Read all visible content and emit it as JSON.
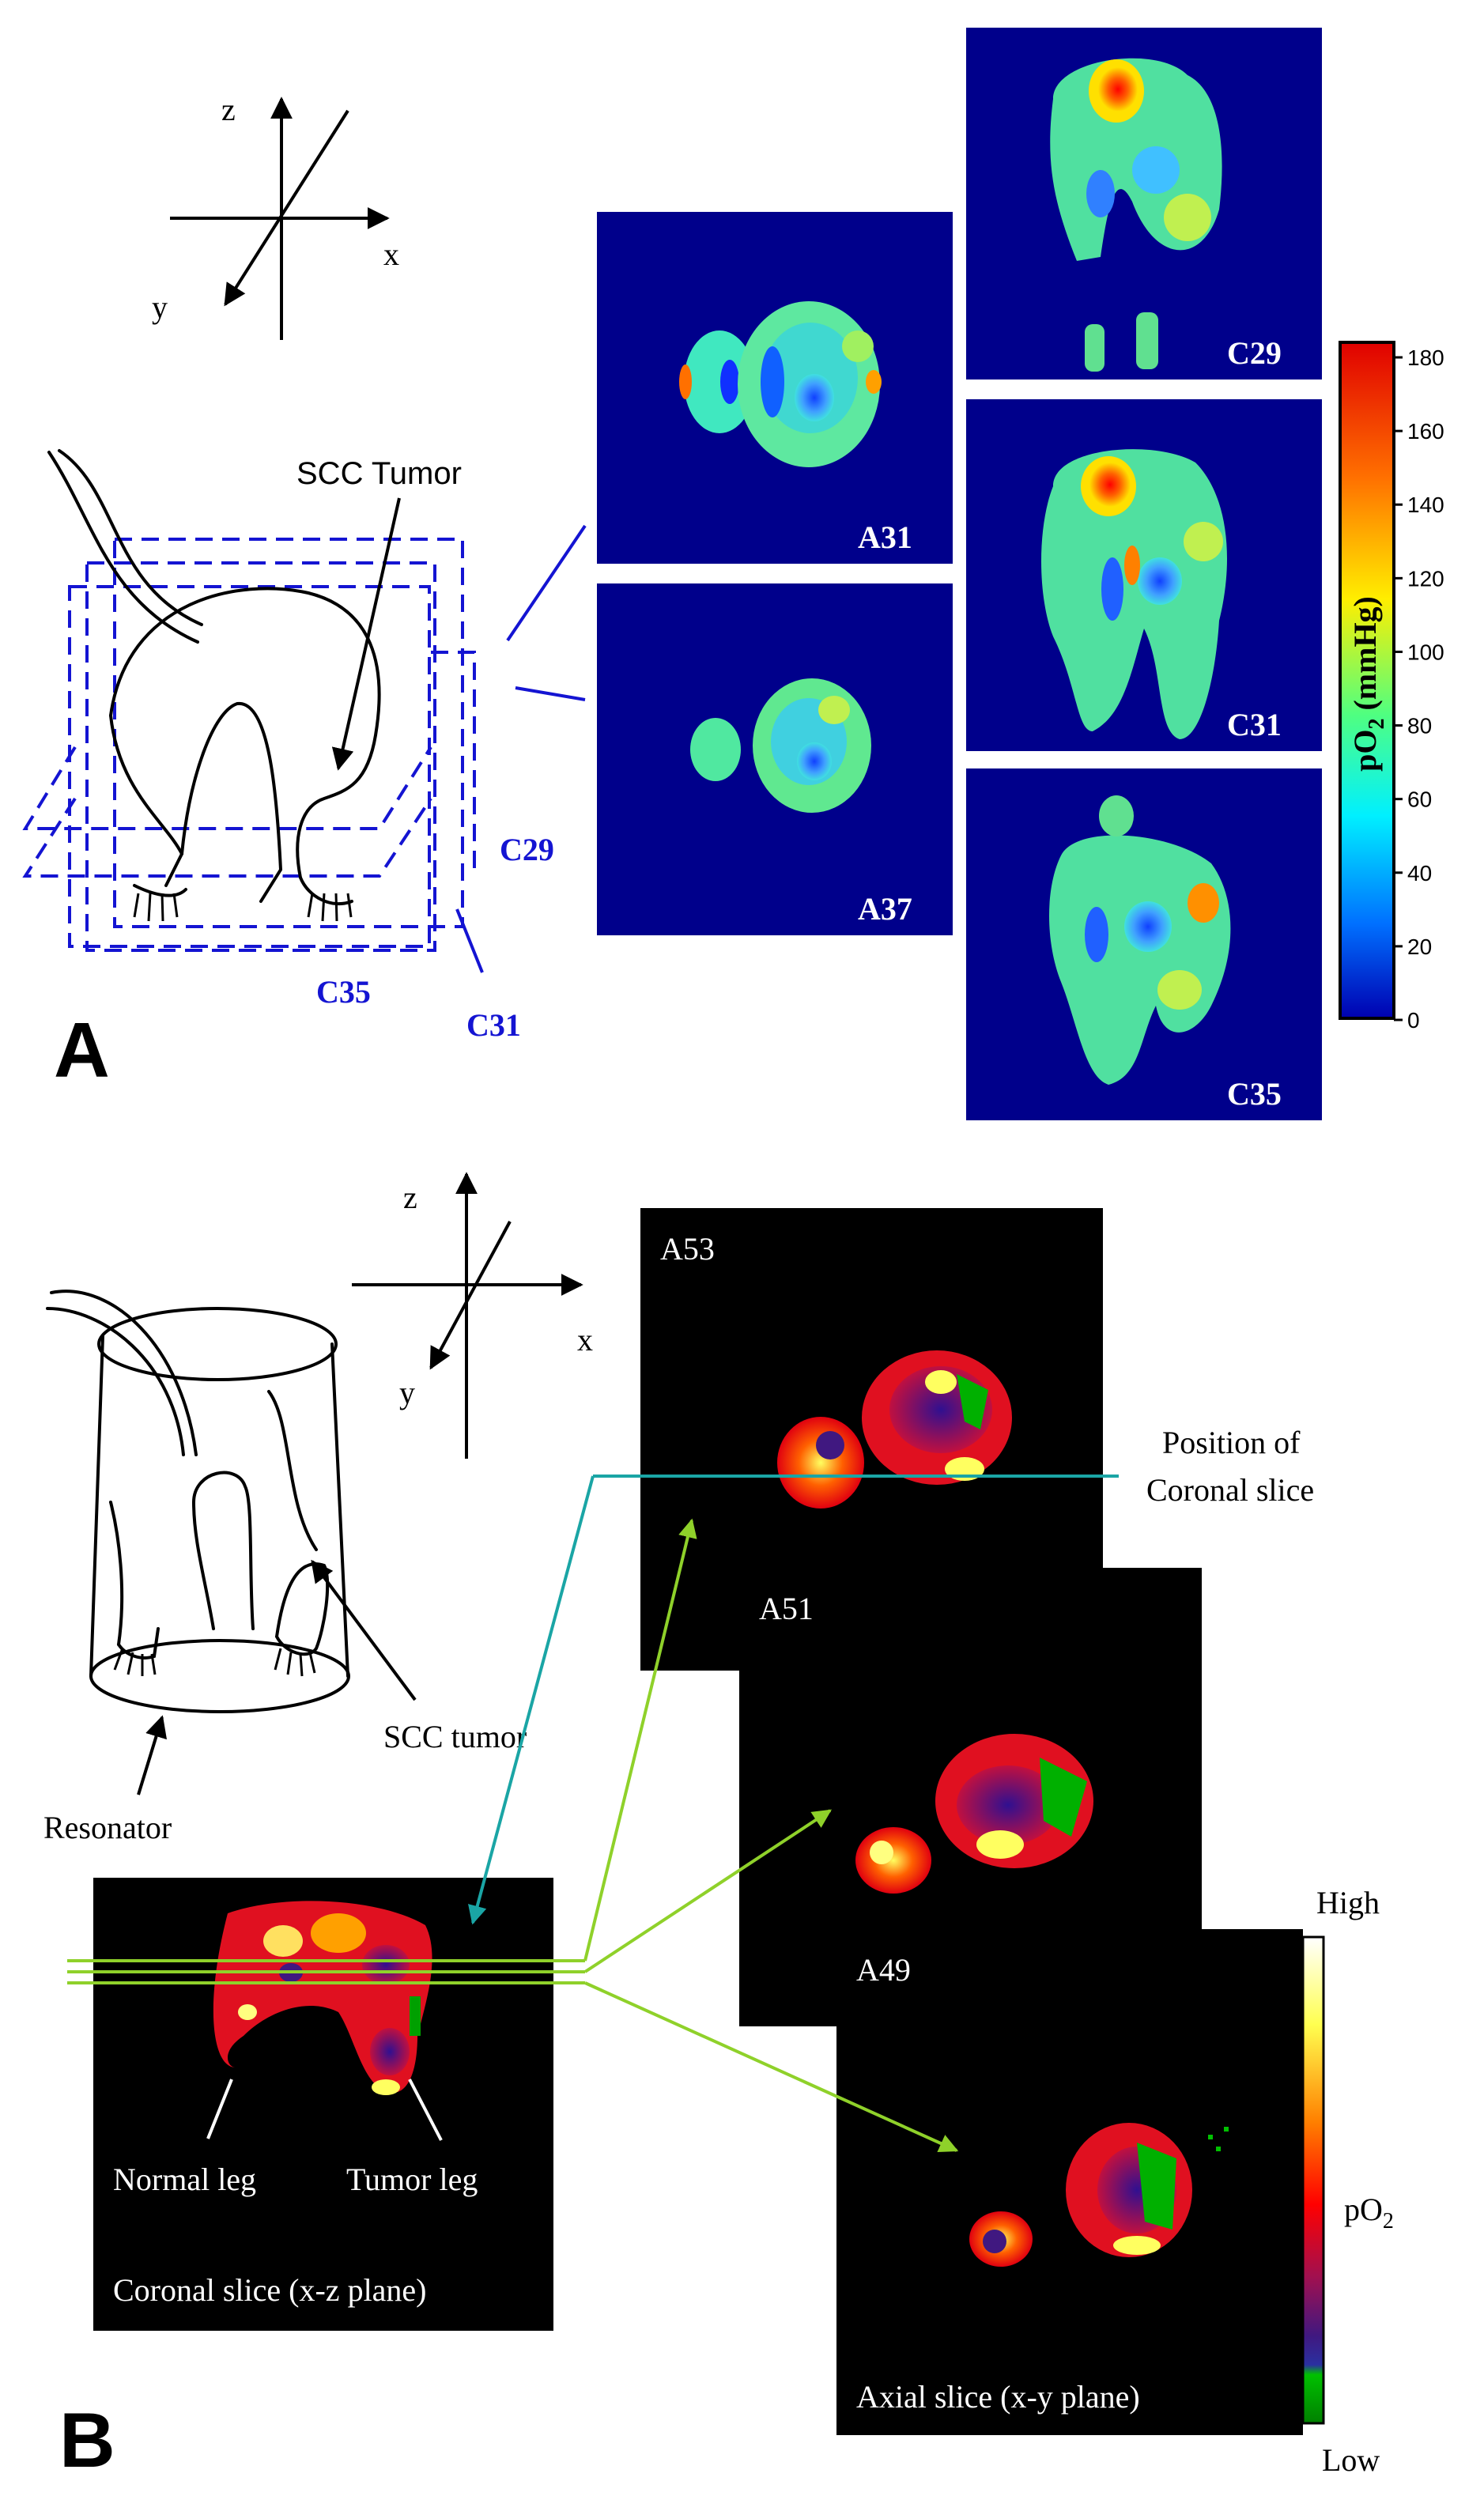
{
  "panel_a": {
    "letter": "A",
    "axes": {
      "z": "z",
      "x": "x",
      "y": "y"
    },
    "tumor_label": "SCC Tumor",
    "plane_labels": {
      "c29": "C29",
      "c35": "C35",
      "c31": "C31"
    },
    "images": {
      "a31": "A31",
      "a37": "A37",
      "c29": "C29",
      "c31": "C31",
      "c35": "C35"
    },
    "colorbar": {
      "title_prefix": "pO",
      "title_sub": "2",
      "title_suffix": " (mmHg)",
      "ticks": [
        "180",
        "160",
        "140",
        "120",
        "100",
        "80",
        "60",
        "40",
        "20",
        "0"
      ],
      "colors": [
        "#ff0000",
        "#ff8c00",
        "#ffff00",
        "#00ff90",
        "#00ffff",
        "#0070ff",
        "#0000b0"
      ]
    },
    "colors": {
      "plane": "#1414d2",
      "image_bg": "#00008b"
    }
  },
  "panel_b": {
    "letter": "B",
    "axes": {
      "z": "z",
      "x": "x",
      "y": "y"
    },
    "resonator_label": "Resonator",
    "tumor_label": "SCC tumor",
    "coronal_position_label_line1": "Position of",
    "coronal_position_label_line2": "Coronal slice",
    "images": {
      "a53": "A53",
      "a51": "A51",
      "a49": "A49"
    },
    "coronal_caption": "Coronal slice (x-z plane)",
    "axial_caption": "Axial slice (x-y plane)",
    "normal_leg": "Normal leg",
    "tumor_leg": "Tumor leg",
    "colorbar": {
      "high": "High",
      "low": "Low",
      "label_prefix": "pO",
      "label_sub": "2",
      "colors": [
        "#ffffff",
        "#ffff40",
        "#ff8000",
        "#ff0000",
        "#c01040",
        "#601070",
        "#3020a0",
        "#00c000"
      ]
    },
    "colors": {
      "teal": "#1aa5a5",
      "green": "#8fd12a"
    }
  }
}
